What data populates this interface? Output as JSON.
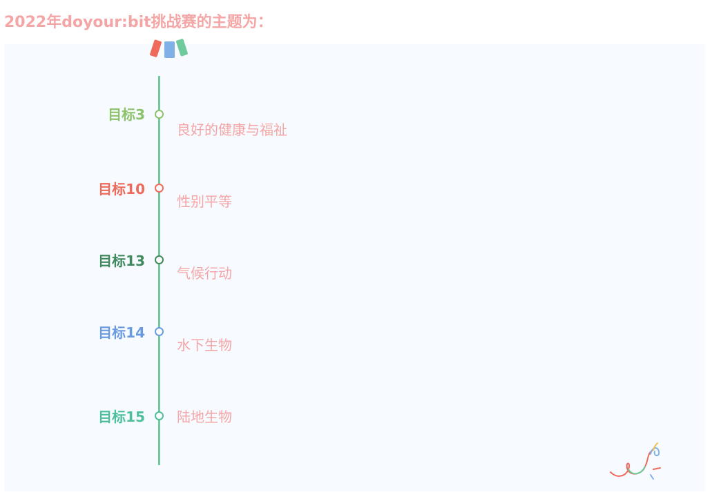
{
  "page_title": "2022年doyour:bit挑战赛的主题为：",
  "colors": {
    "title": "#f4a6a6",
    "description": "#f4a6a6",
    "timeline": "#6fca9c",
    "panel_background": "#f7fafe"
  },
  "goals": [
    {
      "label": "目标3",
      "description": "良好的健康与福祉",
      "color": "#8cc26a"
    },
    {
      "label": "目标10",
      "description": "性别平等",
      "color": "#ee6a5a"
    },
    {
      "label": "目标13",
      "description": "气候行动",
      "color": "#3f8a5c"
    },
    {
      "label": "目标14",
      "description": "水下生物",
      "color": "#6a9be0"
    },
    {
      "label": "目标15",
      "description": "陆地生物",
      "color": "#4dbf9a"
    }
  ],
  "icons": {
    "ribbons": "ribbon-flags-icon",
    "confetti": "confetti-squiggle-icon"
  }
}
